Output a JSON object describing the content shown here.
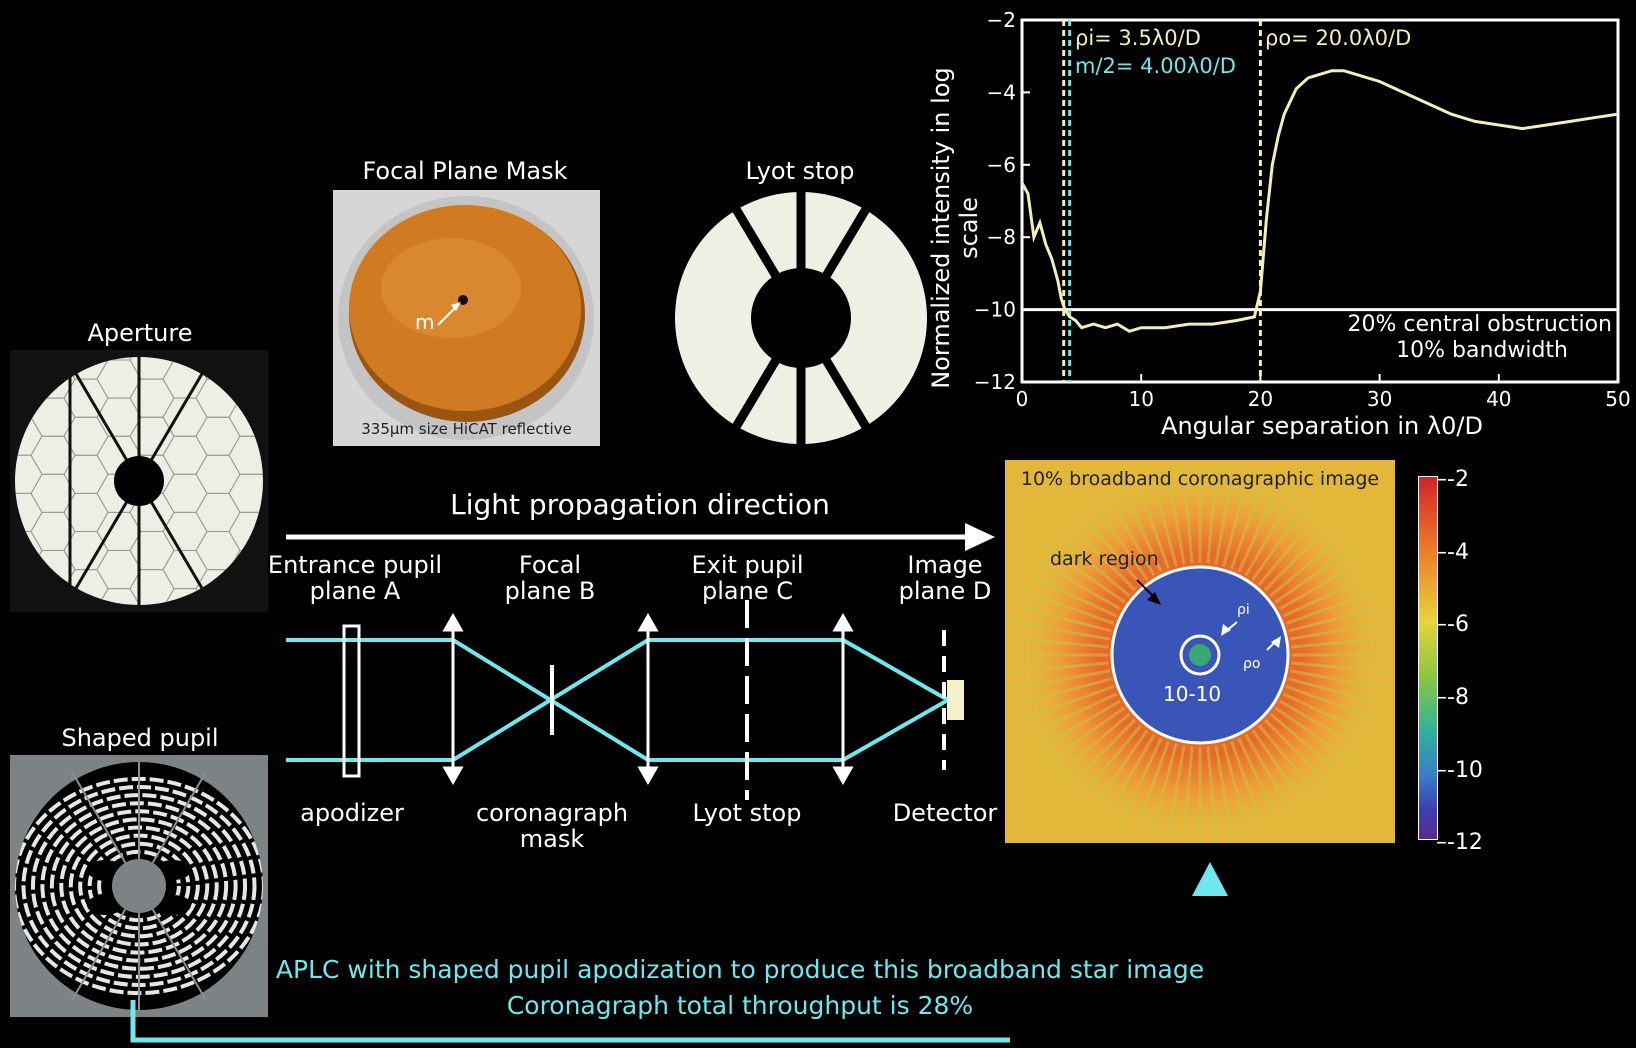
{
  "panels": {
    "aperture_title": "Aperture",
    "shaped_pupil_title": "Shaped pupil",
    "focal_plane_mask_title": "Focal Plane Mask",
    "focal_plane_mask_m": "m",
    "focal_plane_mask_caption": "335µm size HiCAT reflective",
    "lyot_stop_title": "Lyot stop"
  },
  "optics": {
    "direction_label": "Light propagation direction",
    "plane_a": [
      "Entrance pupil",
      "plane A"
    ],
    "plane_b": [
      "Focal",
      "plane B"
    ],
    "plane_c": [
      "Exit pupil",
      "plane C"
    ],
    "plane_d": [
      "Image",
      "plane D"
    ],
    "apodizer": "apodizer",
    "coronagraph_mask": [
      "coronagraph",
      "mask"
    ],
    "lyot_stop": "Lyot stop",
    "detector": "Detector"
  },
  "image_panel": {
    "title": "10% broadband coronagraphic image",
    "dark_region": "dark region",
    "rho_i": "ρi",
    "rho_o": "ρo",
    "contrast": "10-10",
    "colorbar_ticks": [
      -2,
      -4,
      -6,
      -8,
      -10,
      -12
    ]
  },
  "bottom": {
    "line1": "APLC with shaped pupil apodization to produce this broadband star image",
    "line2": "Coronagraph total throughput is 28%"
  },
  "colors": {
    "cyan": "#6ee8ee",
    "curve": "#f3efb8",
    "mask_orange": "#c8751e",
    "image_yellow": "#e3b83a",
    "dark_blue": "#3a55b8"
  },
  "chart_data": {
    "type": "line",
    "xlabel": "Angular separation in λ0/D",
    "ylabel": "Normalized intensity in log scale",
    "xlim": [
      0,
      50
    ],
    "ylim": [
      -12,
      -2
    ],
    "xticks": [
      0,
      10,
      20,
      30,
      40,
      50
    ],
    "yticks": [
      -2,
      -4,
      -6,
      -8,
      -10,
      -12
    ],
    "annotations": {
      "rho_i": "ρi= 3.5λ0/D",
      "m_half": "m/2= 4.00λ0/D",
      "rho_o": "ρo= 20.0λ0/D",
      "note1": "20% central obstruction",
      "note2": "10% bandwidth"
    },
    "vlines": [
      3.5,
      4.0,
      20.0
    ],
    "hline": -10,
    "series": [
      {
        "x": [
          0,
          0.5,
          1,
          1.5,
          2,
          2.5,
          3,
          3.3,
          3.6,
          4,
          4.5,
          5,
          6,
          7,
          8,
          9,
          10,
          12,
          14,
          16,
          18,
          19.5,
          20,
          20.5,
          21,
          21.5,
          22,
          23,
          24,
          25,
          26,
          27,
          28,
          30,
          32,
          34,
          36,
          38,
          40,
          42,
          44,
          46,
          48,
          50
        ],
        "y": [
          -6.5,
          -6.8,
          -8.0,
          -7.6,
          -8.2,
          -8.6,
          -9.2,
          -9.7,
          -10.0,
          -10.2,
          -10.3,
          -10.5,
          -10.4,
          -10.5,
          -10.4,
          -10.6,
          -10.5,
          -10.5,
          -10.4,
          -10.4,
          -10.3,
          -10.2,
          -9.5,
          -7.5,
          -6.0,
          -5.2,
          -4.6,
          -3.9,
          -3.6,
          -3.5,
          -3.4,
          -3.4,
          -3.5,
          -3.7,
          -4.0,
          -4.3,
          -4.6,
          -4.8,
          -4.9,
          -5.0,
          -4.9,
          -4.8,
          -4.7,
          -4.6
        ]
      }
    ]
  }
}
